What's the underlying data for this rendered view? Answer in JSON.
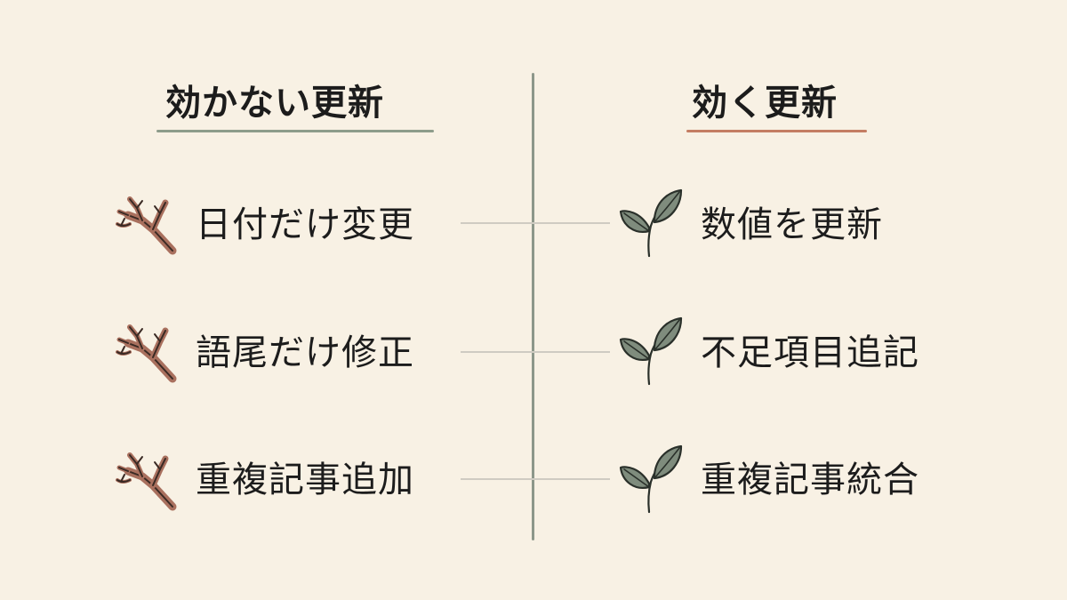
{
  "colors": {
    "background": "#f8f1e4",
    "ineffective_accent": "#8d9c8b",
    "effective_accent": "#c47d63",
    "divider": "#8d978a",
    "twig": "#a9705e",
    "leaf": "#7f8c7d"
  },
  "columns": {
    "ineffective": {
      "heading": "効かない更新",
      "icon": "withered-twig-icon",
      "items": [
        "日付だけ変更",
        "語尾だけ修正",
        "重複記事追加"
      ]
    },
    "effective": {
      "heading": "効く更新",
      "icon": "sprout-leaf-icon",
      "items": [
        "数値を更新",
        "不足項目追記",
        "重複記事統合"
      ]
    }
  }
}
